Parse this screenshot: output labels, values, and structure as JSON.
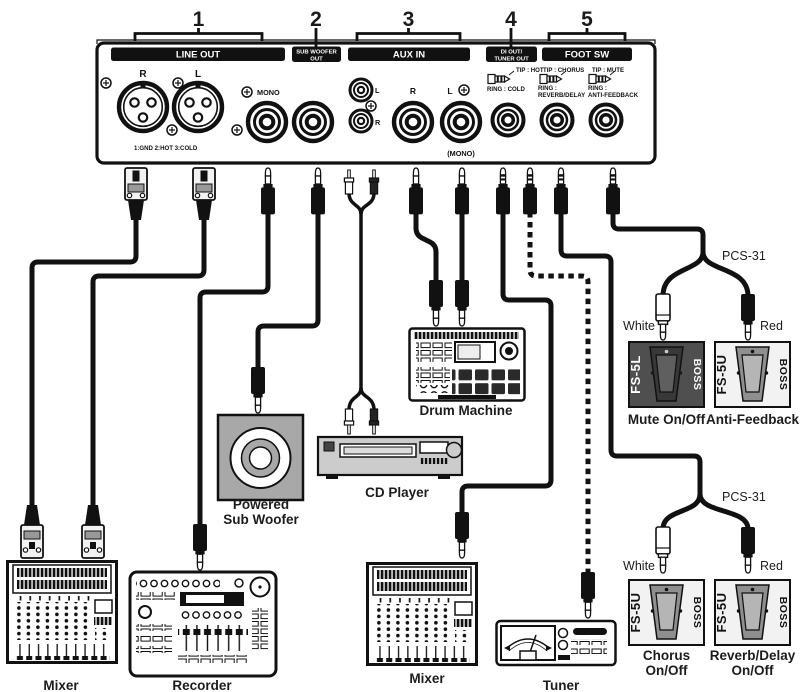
{
  "sections": [
    {
      "number": "1"
    },
    {
      "number": "2"
    },
    {
      "number": "3"
    },
    {
      "number": "4"
    },
    {
      "number": "5"
    }
  ],
  "panel": {
    "line_out_label": "LINE OUT",
    "xlr_r_label": "R",
    "xlr_l_label": "L",
    "xlr_pin_note": "1:GND 2:HOT 3:COLD",
    "mono_label": "MONO",
    "sub_label_1": "SUB WOOFER",
    "sub_label_2": "OUT",
    "aux_in_label": "AUX IN",
    "rca_l_label": "L",
    "rca_r_label": "R",
    "aux_r_label": "R",
    "aux_l_label": "L",
    "aux_mono_note": "(MONO)",
    "di_label_1": "DI OUT/",
    "di_label_2": "TUNER OUT",
    "di_tip": "TIP : HOT",
    "di_ring": "RING : COLD",
    "foot_sw_label": "FOOT SW",
    "fs1_tip": "TIP : CHORUS",
    "fs1_ring_1": "RING :",
    "fs1_ring_2": "REVERB/DELAY",
    "fs2_tip": "TIP : MUTE",
    "fs2_ring_1": "RING :",
    "fs2_ring_2": "ANTI-FEEDBACK"
  },
  "devices": {
    "mixer_left": "Mixer",
    "recorder": "Recorder",
    "subwoofer_line_1": "Powered",
    "subwoofer_line_2": "Sub Woofer",
    "cd_player": "CD Player",
    "drum_machine": "Drum Machine",
    "mixer_bottom": "Mixer",
    "tuner": "Tuner"
  },
  "footswitch_area": {
    "pcs31_top": "PCS-31",
    "pcs31_bottom": "PCS-31",
    "white_top": "White",
    "red_top": "Red",
    "white_bottom": "White",
    "red_bottom": "Red",
    "pedals": [
      {
        "model": "FS-5L",
        "brand": "BOSS",
        "caption_1": "Mute On/Off",
        "caption_2": ""
      },
      {
        "model": "FS-5U",
        "brand": "BOSS",
        "caption_1": "Anti-Feedback",
        "caption_2": ""
      },
      {
        "model": "FS-5U",
        "brand": "BOSS",
        "caption_1": "Chorus",
        "caption_2": "On/Off"
      },
      {
        "model": "FS-5U",
        "brand": "BOSS",
        "caption_1": "Reverb/Delay",
        "caption_2": "On/Off"
      }
    ]
  },
  "colors": {
    "ink": "#111111",
    "pedal_dark": "#4f4f4f",
    "pedal_light": "#f2f2f2",
    "subwoofer_gray": "#a8a8a8",
    "cd_gray": "#cccccc"
  }
}
